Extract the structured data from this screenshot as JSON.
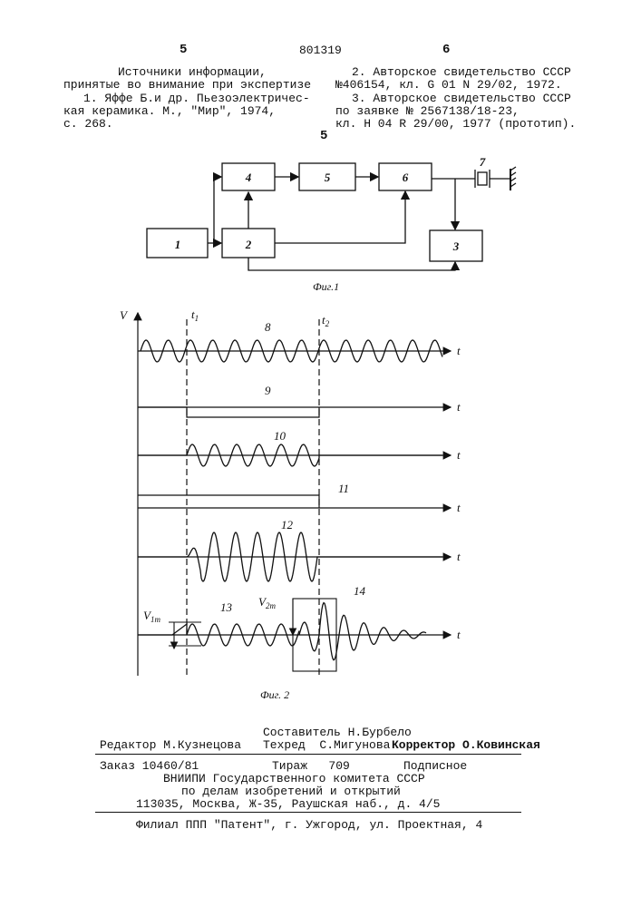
{
  "header": {
    "left_page": "5",
    "patent_number": "801319",
    "right_page": "6",
    "margin_number": "5"
  },
  "left_column": {
    "line1": "Источники информации,",
    "line2": "принятые во внимание при экспертизе",
    "line3": "1. Яффе Б.и др. Пьезоэлектричес-",
    "line4": "кая керамика. М., \"Мир\", 1974,",
    "line5": "с. 268."
  },
  "right_column": {
    "line1": "2. Авторское свидетельство СССР",
    "line2": "№406154, кл. G 01 N 29/02, 1972.",
    "line3": "3. Авторское свидетельство СССР",
    "line4": "по заявке № 2567138/18-23,",
    "line5": "кл. Н 04 R 29/00, 1977 (прототип)."
  },
  "fig1": {
    "caption": "Фиг.1",
    "blocks": [
      "1",
      "2",
      "3",
      "4",
      "5",
      "6",
      "7"
    ]
  },
  "fig2": {
    "caption": "Фиг. 2",
    "axis_v": "V",
    "axis_t": "t",
    "t1": "t",
    "t1_sub": "1",
    "t2": "t",
    "t2_sub": "2",
    "curves": [
      "8",
      "9",
      "10",
      "11",
      "12",
      "13",
      "14"
    ],
    "v1m": "V",
    "v1m_sub": "1m",
    "v2m": "V",
    "v2m_sub": "2m"
  },
  "footer": {
    "editor": "Редактор М.Кузнецова",
    "compiler": "Составитель Н.Бурбело",
    "techred": "Техред  С.Мигунова",
    "corrector": "Корректор О.Ковинская",
    "order": "Заказ 10460/81",
    "circulation": "Тираж   709",
    "subscription": "Подписное",
    "org1": "ВНИИПИ Государственного комитета СССР",
    "org2": "по делам изобретений и открытий",
    "address": "113035, Москва, Ж-35, Раушская наб., д. 4/5",
    "branch": "Филиал ППП \"Патент\", г. Ужгород, ул. Проектная, 4"
  }
}
